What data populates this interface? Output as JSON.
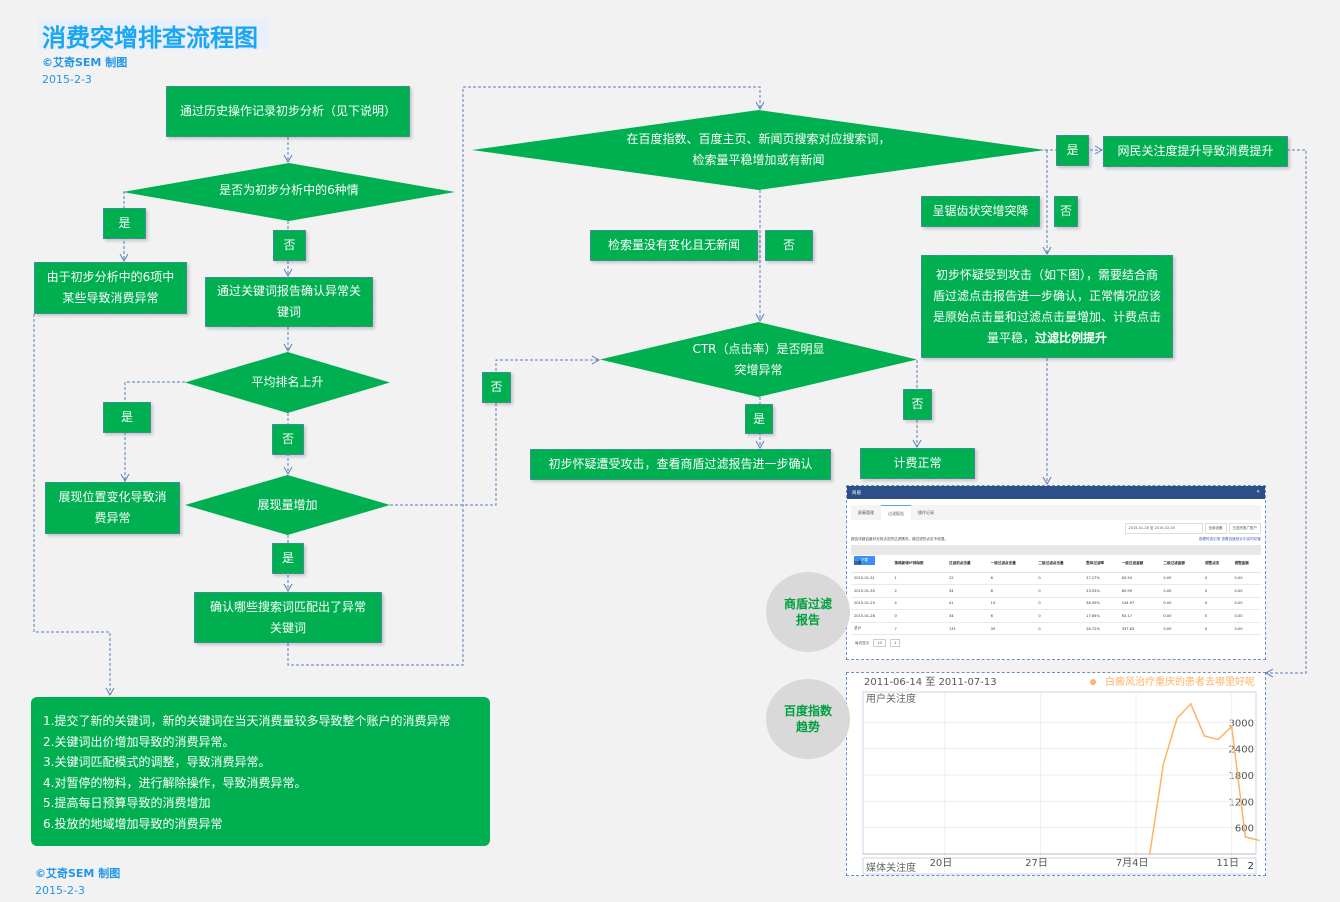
{
  "header": {
    "title": "消费突增排查流程图",
    "credit": "©艾奇SEM 制图",
    "date": "2015-2-3"
  },
  "footer": {
    "credit": "©艾奇SEM 制图",
    "date": "2015-2-3"
  },
  "nodes": {
    "start": "通过历史操作记录初步分析（见下说明）",
    "d_six": "是否为初步分析中的6种情",
    "six_cause": "由于初步分析中的6项中某些导致消费异常",
    "keyword_report": "通过关键词报告确认异常关键词",
    "d_rank": "平均排名上升",
    "position_change": "展现位置变化导致消费异常",
    "d_impr": "展现量增加",
    "confirm_terms": "确认哪些搜索词匹配出了异常关键词",
    "d_search": "在百度指数、百度主页、新闻页搜索对应搜索词，检索量平稳增加或有新闻",
    "netizen": "网民关注度提升导致消费提升",
    "sawtooth": "呈锯齿状突增突降",
    "no_change": "检索量没有变化且无新闻",
    "attack_prefix": "初步怀疑受到攻击（如下图），需要结合商盾过滤点击报告进一步确认，正常情况应该是原始点击量和过滤点击量增加、计费点击量平稳，",
    "attack_bold": "过滤比例提升",
    "d_ctr": "CTR（点击率）是否明显突增异常",
    "attack_check": "初步怀疑遭受攻击，查看商盾过滤报告进一步确认",
    "billing_normal": "计费正常"
  },
  "labels": {
    "yes": "是",
    "no": "否"
  },
  "notes": [
    "1.提交了新的关键词，新的关键词在当天消费量较多导致整个账户的消费异常",
    "2.关键词出价增加导致的消费异常。",
    "3.关键词匹配模式的调整，导致消费异常。",
    "4.对暂停的物料，进行解除操作，导致消费异常。",
    "5.提高每日预算导致的消费增加",
    "6.投放的地域增加导致的消费异常"
  ],
  "callouts": {
    "shield": "商盾过滤报告",
    "index": "百度指数趋势"
  },
  "shield_report": {
    "title": "商盾",
    "tabs": [
      "屏蔽管理",
      "过滤报告",
      "操作记录"
    ],
    "active_tab": "过滤报告",
    "date_range": "2015-01-28 至 2015-02-03",
    "device": "全部设备",
    "account": "已选完推广账户",
    "note": "报告详细百度对无效点击的过滤情况，被过滤的点击不收费。",
    "links": [
      "查看时查记录",
      "查看百度统计中实时访客"
    ],
    "download": "下载",
    "columns": [
      "日期",
      "策略新增IP排除数",
      "过滤前点击量",
      "一级过滤点击量",
      "二级过滤点击量",
      "整体过滤率",
      "一级过滤金额",
      "二级过滤金额",
      "调整点击",
      "调整金额"
    ],
    "rows": [
      [
        "2015-01-31",
        "1",
        "22",
        "6",
        "0",
        "27.27%",
        "63.50",
        "0.00",
        "0",
        "0.00"
      ],
      [
        "2015-01-30",
        "2",
        "34",
        "8",
        "0",
        "23.53%",
        "65.99",
        "0.00",
        "0",
        "0.00"
      ],
      [
        "2015-01-29",
        "4",
        "41",
        "15",
        "0",
        "36.59%",
        "144.97",
        "0.00",
        "0",
        "0.00"
      ],
      [
        "2015-01-28",
        "0",
        "34",
        "6",
        "0",
        "17.65%",
        "63.17",
        "0.00",
        "0",
        "0.00"
      ],
      [
        "总计",
        "7",
        "131",
        "35",
        "0",
        "26.72%",
        "337.63",
        "0.00",
        "0",
        "0.00"
      ]
    ],
    "page_size_label": "每页显示",
    "page_size": "10",
    "page": "1"
  },
  "chart_data": {
    "type": "line",
    "date_range": "2011-06-14 至 2011-07-13",
    "legend": "白癜风治疗重庆的患者去哪里好呢",
    "ylabel": "用户关注度",
    "lower_panel_label": "媒体关注度",
    "lower_panel_value": "2",
    "xlim": [
      "2011-06-14",
      "2011-07-13"
    ],
    "ylim": [
      0,
      3600
    ],
    "xticks": [
      {
        "date": "2011-06-20",
        "label": "20日"
      },
      {
        "date": "2011-06-27",
        "label": "27日"
      },
      {
        "date": "2011-07-04",
        "label": "7月4日"
      },
      {
        "date": "2011-07-11",
        "label": "11日"
      }
    ],
    "yticks": [
      600,
      1200,
      1800,
      2400,
      3000
    ],
    "grid": true,
    "color": "#ffb366",
    "series": [
      {
        "name": "白癜风治疗重庆的患者去哪里好呢",
        "x": [
          "2011-07-05",
          "2011-07-06",
          "2011-07-07",
          "2011-07-08",
          "2011-07-09",
          "2011-07-10",
          "2011-07-11",
          "2011-07-12",
          "2011-07-13"
        ],
        "y": [
          0,
          2050,
          3090,
          3420,
          2690,
          2610,
          2900,
          390,
          310
        ]
      }
    ]
  }
}
